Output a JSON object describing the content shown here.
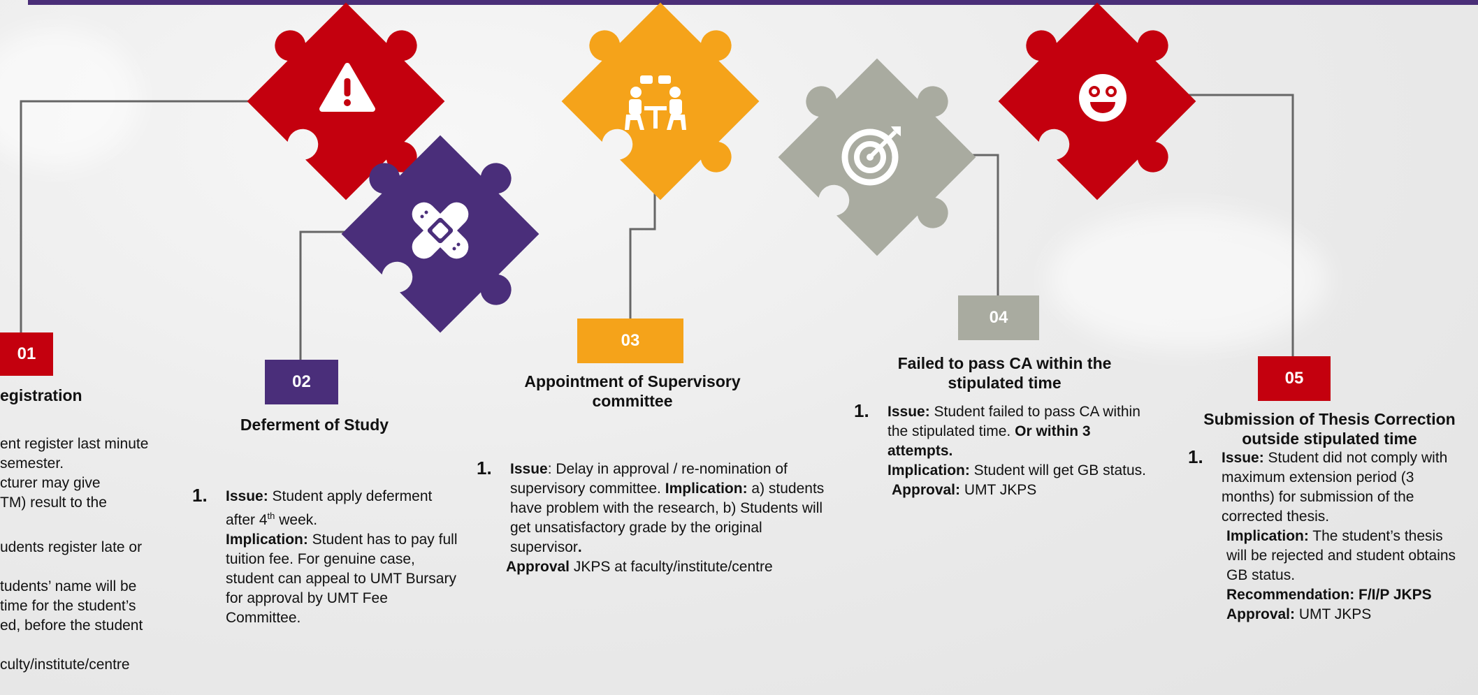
{
  "colors": {
    "red": "#c4000e",
    "purple": "#4a2e7a",
    "orange": "#f5a31a",
    "gray": "#a9aba0",
    "line": "#666666"
  },
  "steps": [
    {
      "badge": "01",
      "title": "egistration",
      "lines": [
        "ent register last minute",
        " semester.",
        "cturer may give",
        "TM)  result to the",
        "",
        "udents  register  late  or",
        "",
        "tudents’  name  will  be",
        " time  for  the  student’s",
        "ed,  before  the  student",
        "",
        "culty/institute/centre"
      ]
    },
    {
      "badge": "02",
      "icon": "bandage-icon",
      "title": "Deferment of Study",
      "number": "1.",
      "issue_label": "Issue:",
      "issue_text_a": " Student apply deferment after 4",
      "issue_sup": "th",
      "issue_text_b": " week.",
      "implication_label": "Implication:",
      "implication_text": " Student has to pay full tuition fee. For genuine case, student can appeal to UMT Bursary for approval by UMT Fee Committee."
    },
    {
      "badge": "03",
      "icon": "meeting-icon",
      "title": "Appointment of Supervisory committee",
      "number": "1.",
      "issue_label": "Issue",
      "issue_text": ": Delay in  approval / re-nomination of supervisory committee. ",
      "implication_label": "Implication:",
      "implication_text": " a) students have problem with the research, b) Students will get unsatisfactory grade by the original supervisor",
      "implication_end": ".",
      "approval_label": "Approval",
      "approval_text": " JKPS at faculty/institute/centre"
    },
    {
      "badge": "04",
      "icon": "target-icon",
      "title": "Failed to pass CA within the stipulated time",
      "number": "1.",
      "issue_label": "Issue:",
      "issue_text": " Student failed to pass CA within the stipulated time. ",
      "issue_bold": "Or within 3 attempts.",
      "implication_label": "Implication:",
      "implication_text": " Student will get GB status.",
      "approval_label": "Approval:",
      "approval_text": " UMT JKPS"
    },
    {
      "badge": "05",
      "icon": "smiley-icon",
      "title": "Submission of Thesis Correction outside stipulated time",
      "number": "1.",
      "issue_label": "Issue:",
      "issue_text": " Student did not comply with maximum extension period (3 months) for submission of the corrected thesis.",
      "implication_label": "Implication:",
      "implication_text": " The student’s thesis will be rejected and student obtains GB status.",
      "recommendation": "Recommendation: F/I/P JKPS",
      "approval_label": "Approval:",
      "approval_text": " UMT JKPS"
    }
  ],
  "warning_icon": "warning-icon"
}
